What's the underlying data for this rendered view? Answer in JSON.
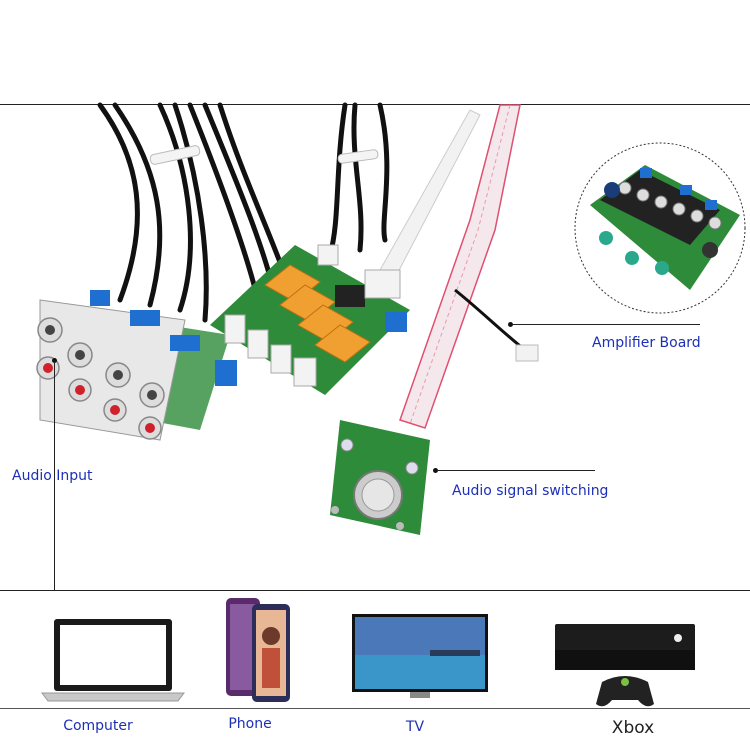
{
  "callouts": {
    "amplifier": "Amplifier Board",
    "audio_input": "Audio Input",
    "switching": "Audio signal switching"
  },
  "devices": {
    "computer": "Computer",
    "phone": "Phone",
    "tv": "TV",
    "xbox": "Xbox"
  },
  "colors": {
    "label_blue": "#1c2fb8",
    "pcb_green": "#2e8b3a",
    "relay_orange": "#f0a030",
    "terminal_blue": "#1f6fd1"
  }
}
